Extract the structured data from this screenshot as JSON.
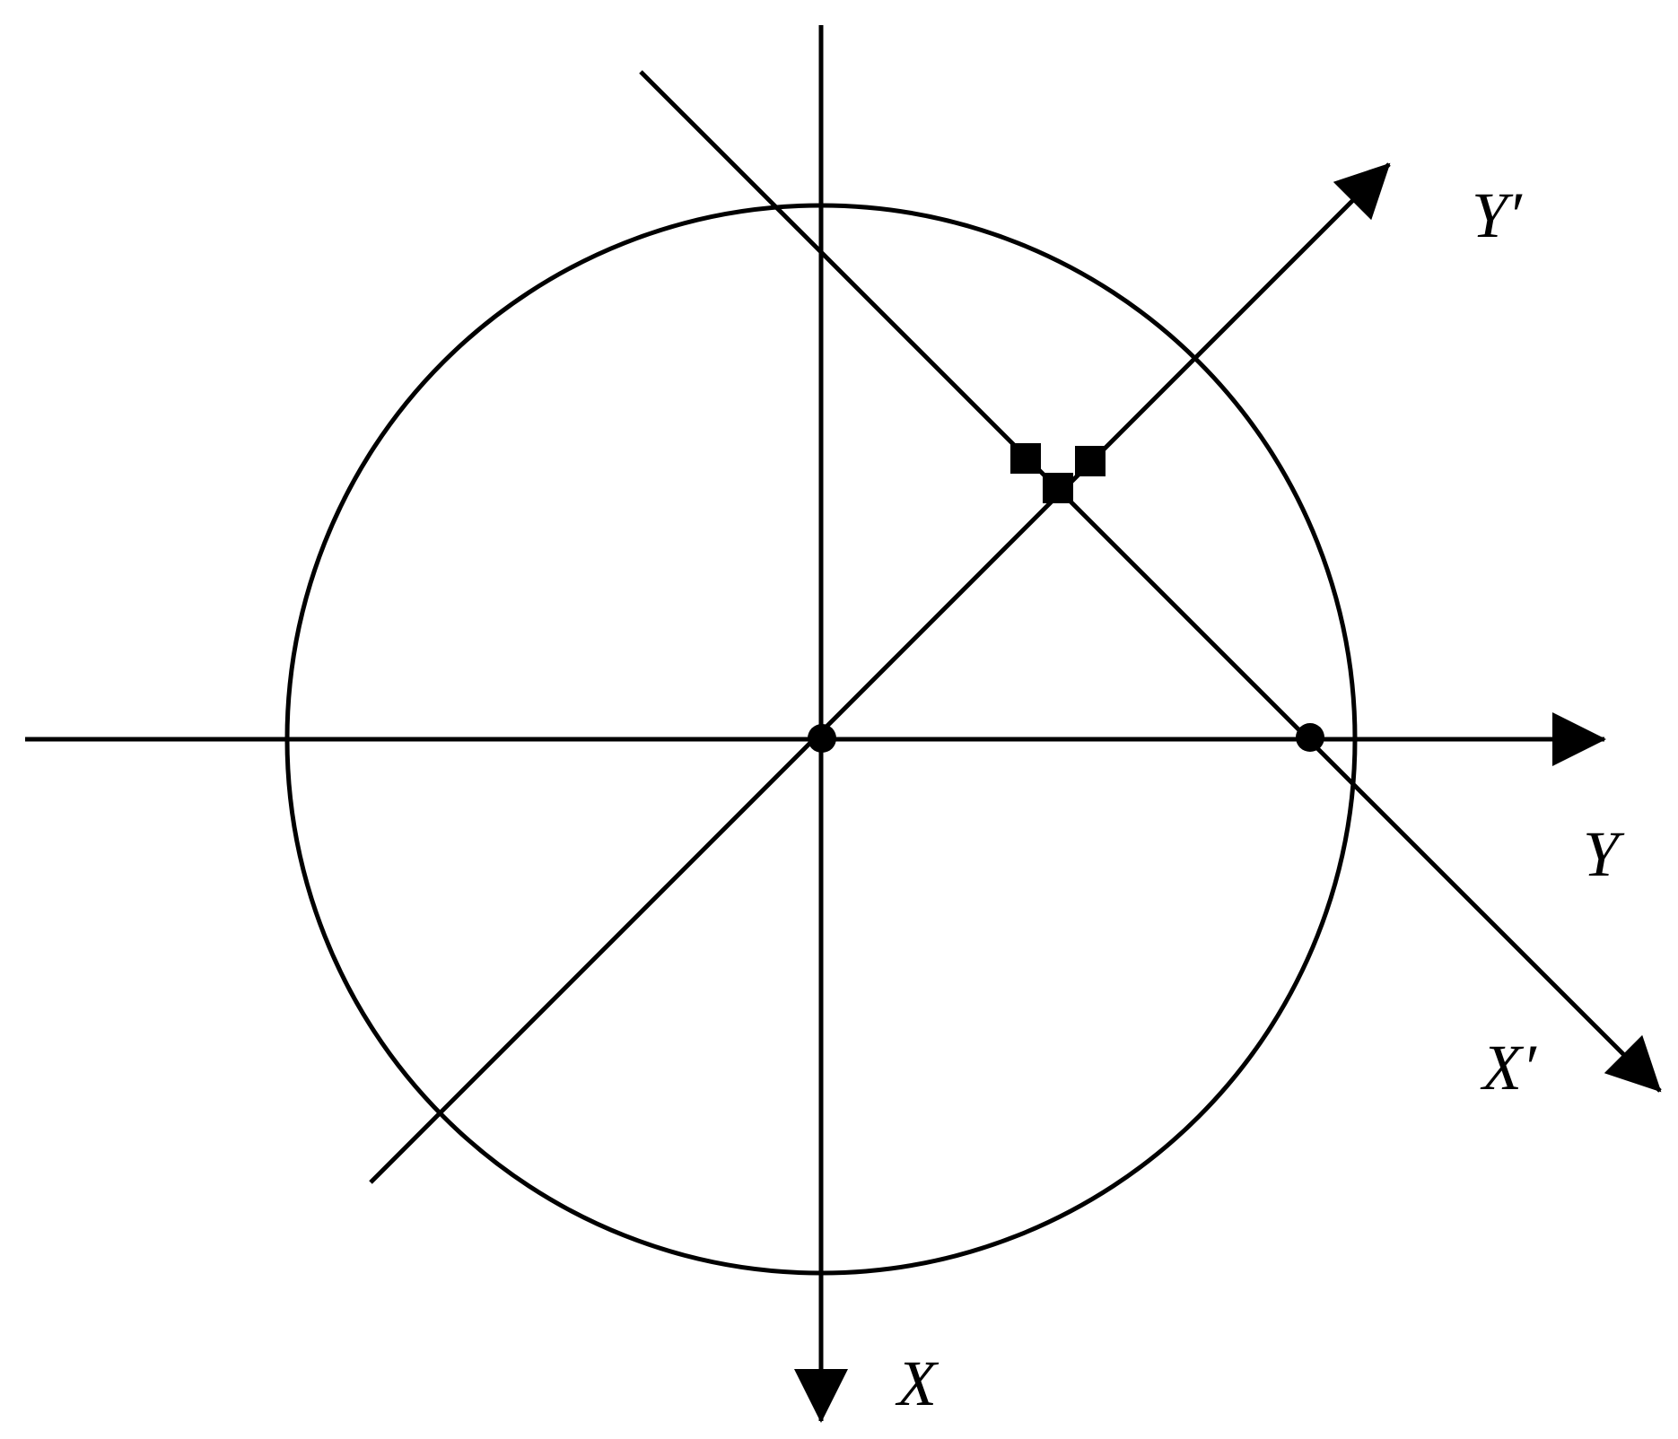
{
  "colors": {
    "stroke": "#000000",
    "background": "#ffffff"
  },
  "labels": {
    "x_axis": "X",
    "y_axis": "Y",
    "x_prime_axis": "X′",
    "y_prime_axis": "Y′"
  }
}
